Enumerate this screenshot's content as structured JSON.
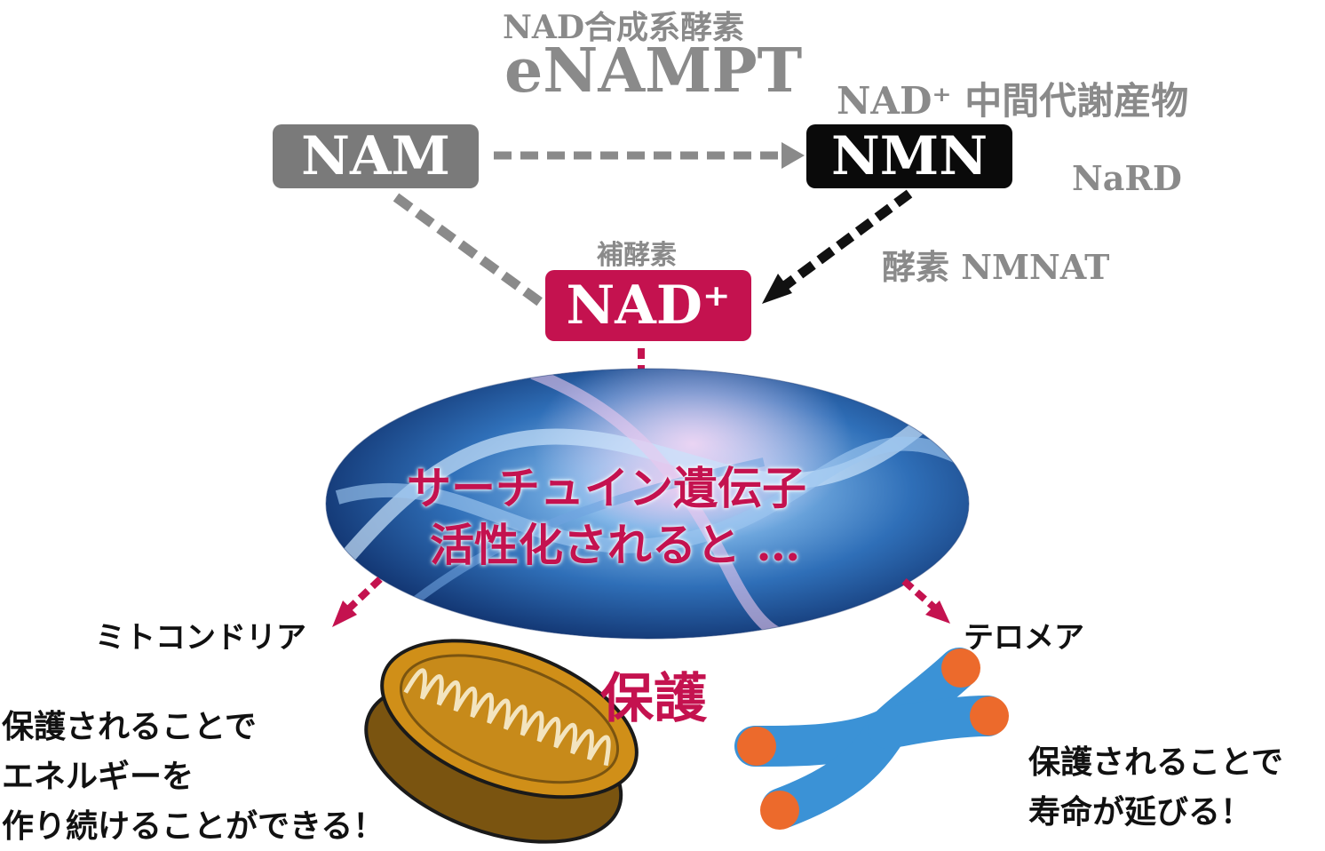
{
  "colors": {
    "gray_box": "#7a7a7a",
    "black_box": "#0a0a0a",
    "nad_box": "#c4124f",
    "accent": "#c4124f",
    "label_gray": "#8a8a8a"
  },
  "enzyme_top": {
    "line1": "NAD合成系酵素",
    "line2": "eNAMPT"
  },
  "intermediate_label": "NAD⁺ 中間代謝産物",
  "nard_label": "NaRD",
  "nam_box": "NAM",
  "nmn_box": "NMN",
  "coenzyme_label": "補酵素",
  "nad_box": "NAD⁺",
  "enzyme_nmnat": "酵素 NMNAT",
  "sirtuin": {
    "line1": "サーチュイン遺伝子",
    "line2": "活性化されると …"
  },
  "mitochondria_label": "ミトコンドリア",
  "telomere_label": "テロメア",
  "protect_label": "保護",
  "left_desc": [
    "保護されることで",
    "エネルギーを",
    "作り続けることができる！"
  ],
  "right_desc": [
    "保護されることで",
    "寿命が延びる！"
  ]
}
